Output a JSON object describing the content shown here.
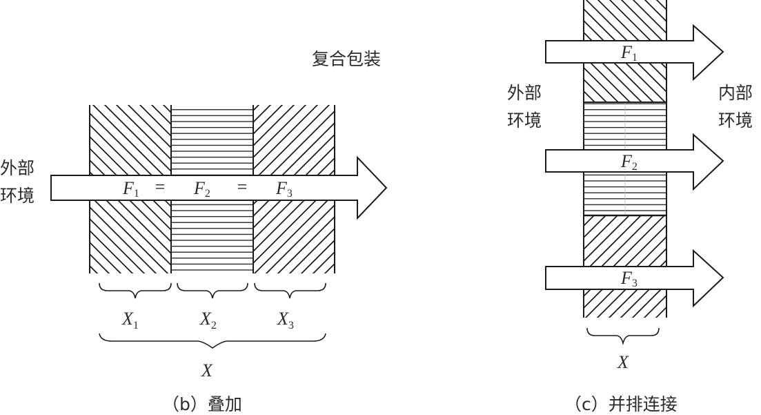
{
  "title": "复合包装",
  "panels": {
    "b": {
      "caption_tag": "（b）",
      "caption_text": "叠加",
      "outside_label": [
        "外部",
        "环境"
      ],
      "layers": [
        {
          "pattern": "diagonal-backslash",
          "brace_label": "X",
          "brace_sub": "1"
        },
        {
          "pattern": "horizontal-lines",
          "brace_label": "X",
          "brace_sub": "2"
        },
        {
          "pattern": "diagonal-slash",
          "brace_label": "X",
          "brace_sub": "3"
        }
      ],
      "flows": [
        {
          "label": "F",
          "sub": "1"
        },
        {
          "label": "F",
          "sub": "2"
        },
        {
          "label": "F",
          "sub": "3"
        }
      ],
      "equals": "=",
      "total_label": "X"
    },
    "c": {
      "caption_tag": "（c）",
      "caption_text": "并排连接",
      "outside_label": [
        "外部",
        "环境"
      ],
      "inside_label": [
        "内部",
        "环境"
      ],
      "segments": [
        {
          "pattern": "diagonal-backslash"
        },
        {
          "pattern": "horizontal-lines"
        },
        {
          "pattern": "diagonal-slash"
        }
      ],
      "flows": [
        {
          "label": "F",
          "sub": "1"
        },
        {
          "label": "F",
          "sub": "2"
        },
        {
          "label": "F",
          "sub": "3"
        }
      ],
      "total_label": "X"
    }
  }
}
